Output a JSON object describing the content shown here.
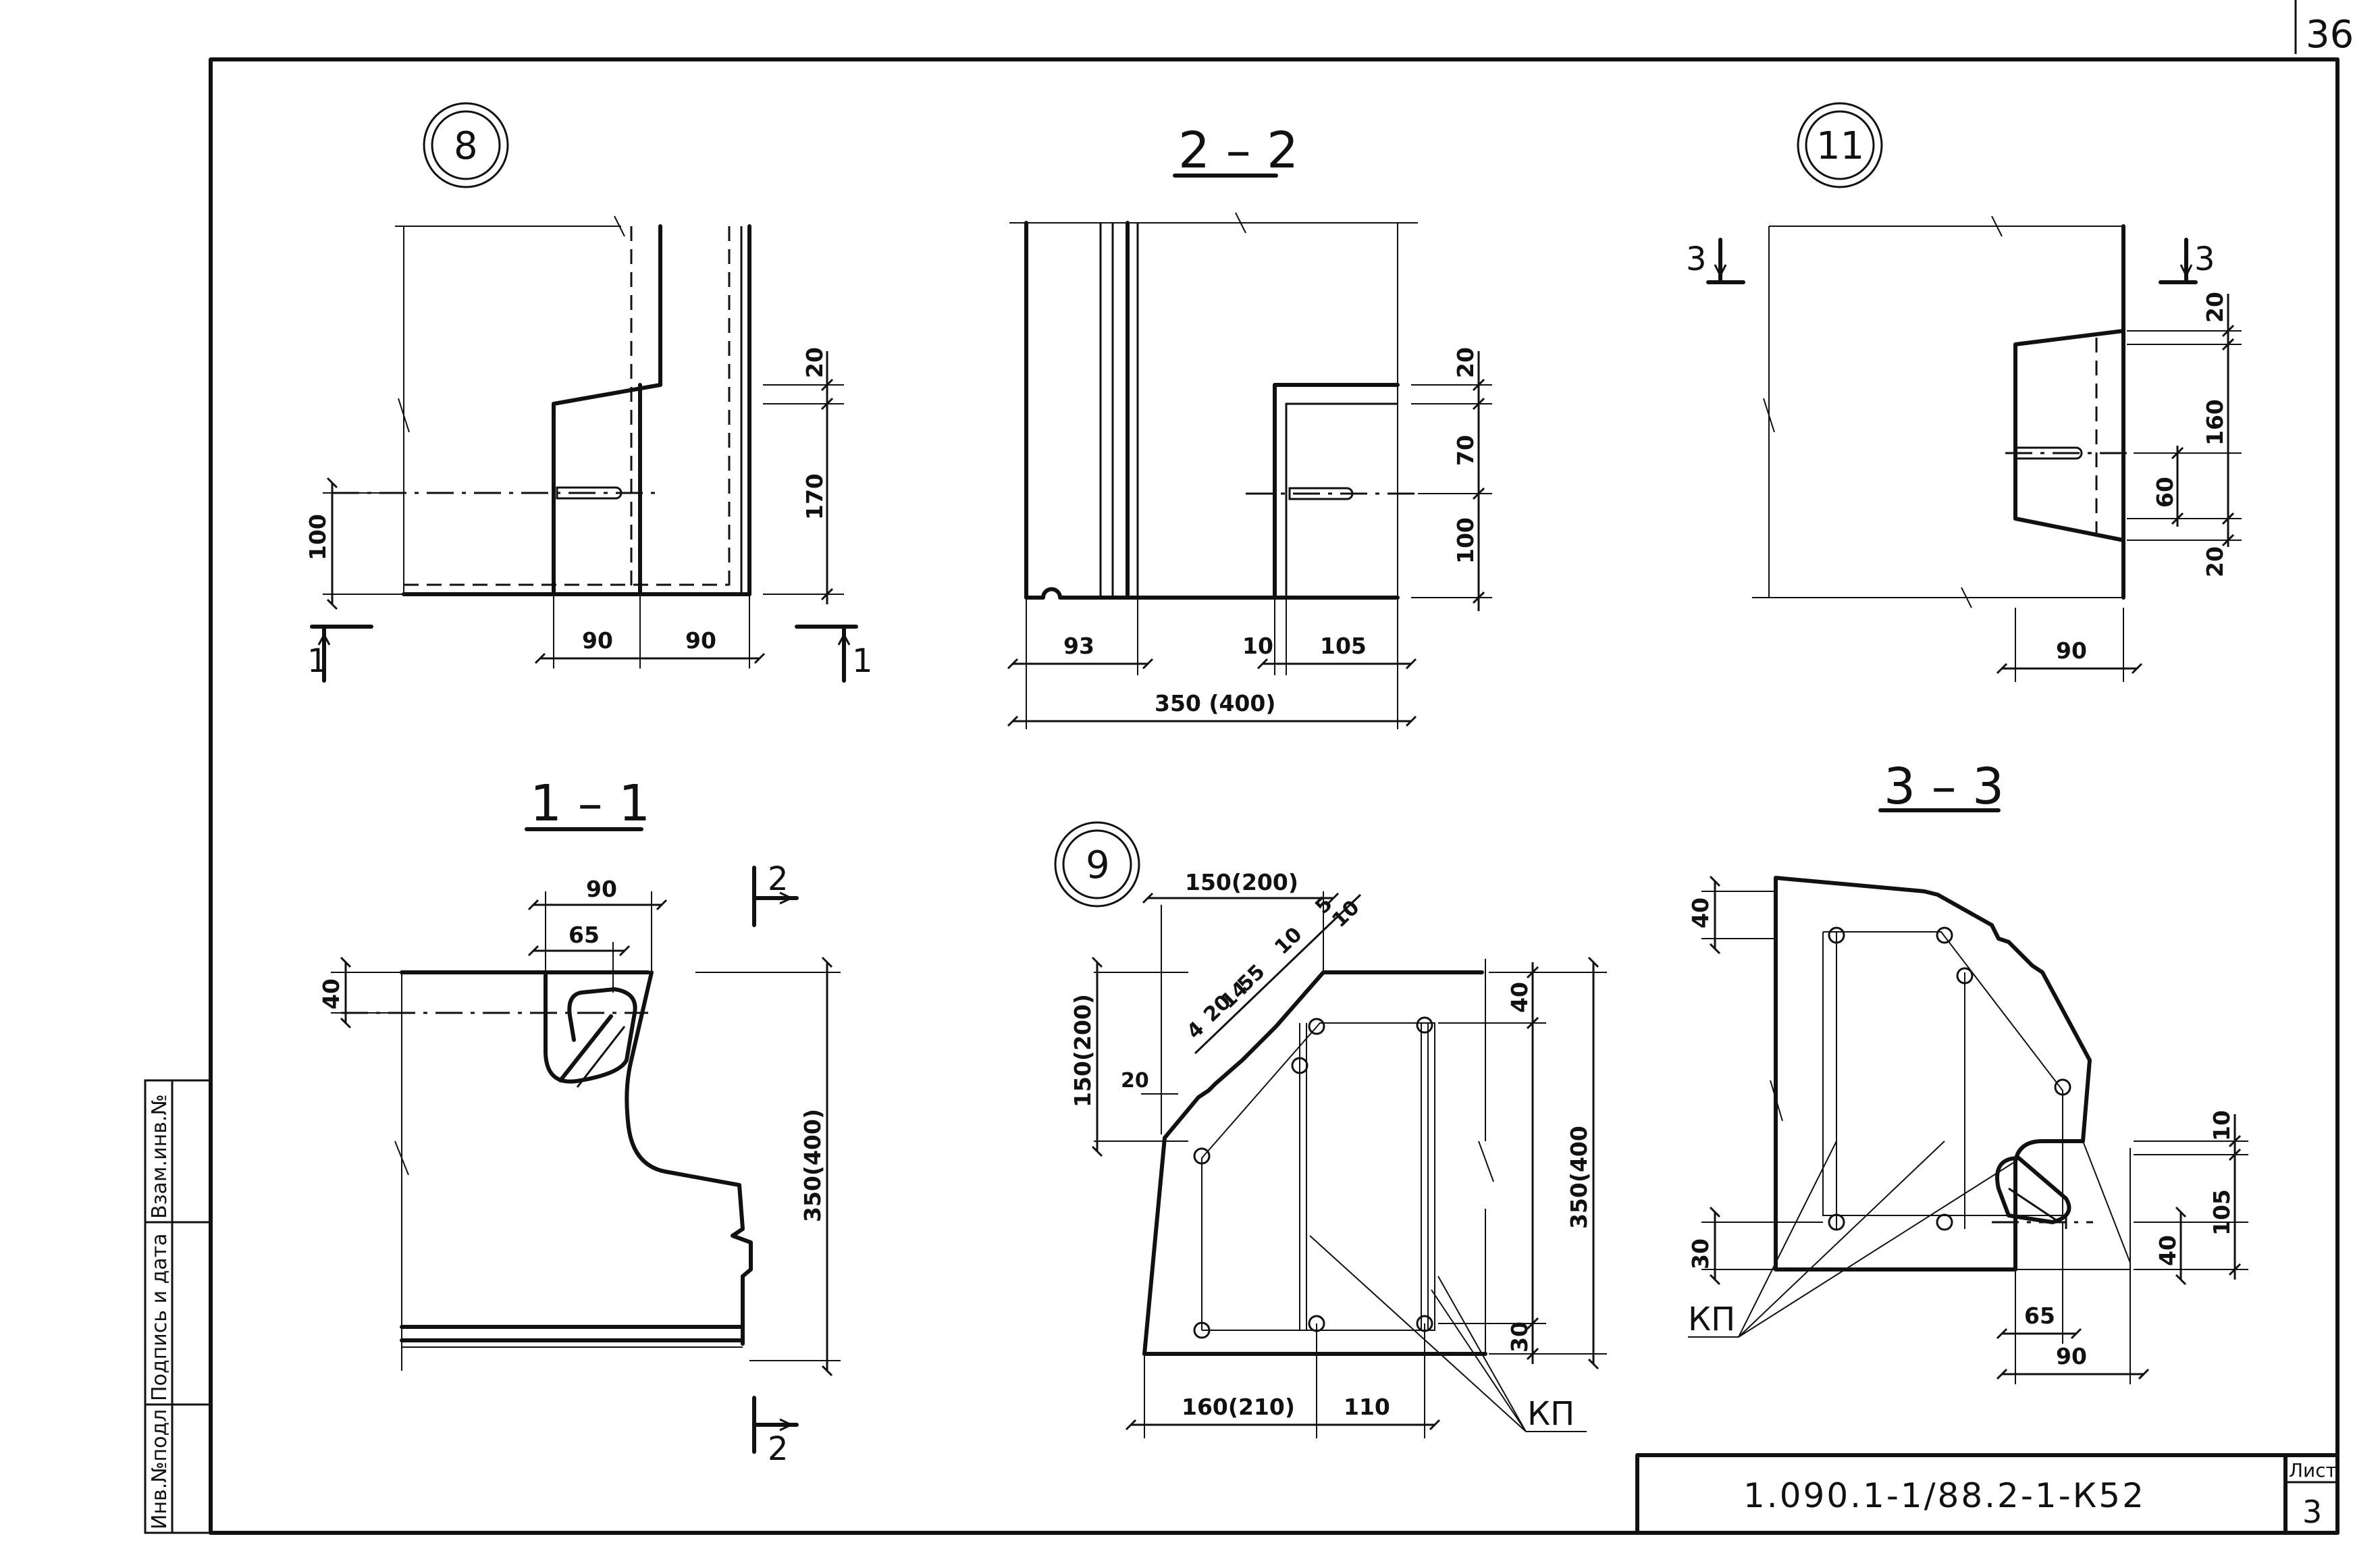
{
  "page": {
    "number": "36"
  },
  "stamp": {
    "doc_code": "1.090.1-1/88.2-1-К52",
    "sheet_label": "Лист",
    "sheet_number": "3"
  },
  "side_block": {
    "cells": [
      "Инв.№подл",
      "Подпись и дата",
      "Взам.инв.№"
    ]
  },
  "views": {
    "node8": {
      "mark": "8",
      "cut_marks": [
        "1",
        "1"
      ],
      "dims": [
        "100",
        "90",
        "90",
        "20",
        "170"
      ]
    },
    "sec22": {
      "title": "2 – 2",
      "dims": [
        "93",
        "10",
        "105",
        "350 (400)",
        "20",
        "70",
        "100"
      ]
    },
    "node11": {
      "mark": "11",
      "cut_marks": [
        "3",
        "3"
      ],
      "dims": [
        "20",
        "160",
        "60",
        "20",
        "90"
      ]
    },
    "sec11": {
      "title": "1 – 1",
      "cut_marks": [
        "2",
        "2"
      ],
      "dims": [
        "90",
        "65",
        "40",
        "350(400)"
      ]
    },
    "node9": {
      "mark": "9",
      "dims": [
        "150(200)",
        "150(200)",
        "4",
        "20",
        "55",
        "14",
        "10",
        "5",
        "10",
        "20",
        "40",
        "350(400",
        "30",
        "160(210)",
        "110"
      ],
      "callout": "КП"
    },
    "sec33": {
      "title": "3 – 3",
      "dims": [
        "40",
        "30",
        "10",
        "105",
        "40",
        "65",
        "90"
      ],
      "callout": "КП"
    }
  }
}
